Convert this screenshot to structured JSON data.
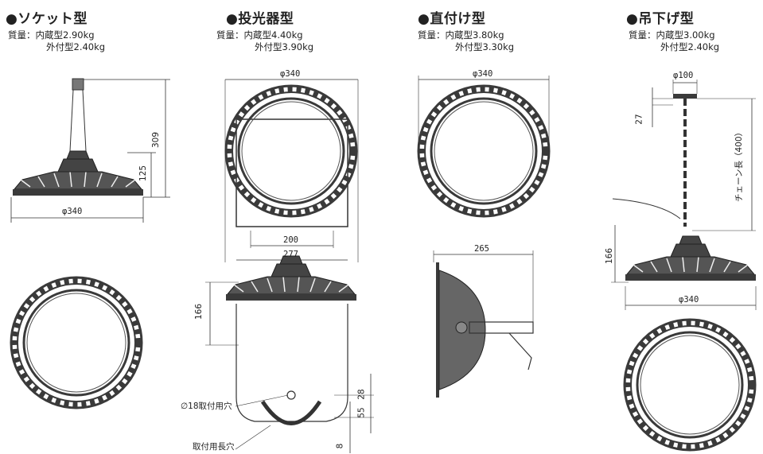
{
  "products": [
    {
      "title": "●ソケット型",
      "weight1": "質量：内蔵型2.90kg",
      "weight2": "外付型2.40kg"
    },
    {
      "title": "●投光器型",
      "weight1": "質量：内蔵型4.40kg",
      "weight2": "外付型3.90kg"
    },
    {
      "title": "●直付け型",
      "weight1": "質量：内蔵型3.80kg",
      "weight2": "外付型3.30kg"
    },
    {
      "title": "●吊下げ型",
      "weight1": "質量：内蔵型3.00kg",
      "weight2": "外付型2.40kg"
    }
  ],
  "dims": {
    "socket_dia": "φ340",
    "socket_h1": "309",
    "socket_h2": "125",
    "flood_dia": "φ340",
    "flood_w1": "200",
    "flood_w2": "277",
    "flood_h": "166",
    "flood_28": "28",
    "flood_55": "55",
    "flood_8": "8",
    "direct_dia": "φ340",
    "direct_265": "265",
    "pendant_100": "φ100",
    "pendant_27": "27",
    "pendant_chain": "チェーン長（400）",
    "pendant_166": "166",
    "pendant_dia": "φ340"
  },
  "notes": {
    "hole18": "∅18取付用穴",
    "slot": "取付用長穴"
  }
}
